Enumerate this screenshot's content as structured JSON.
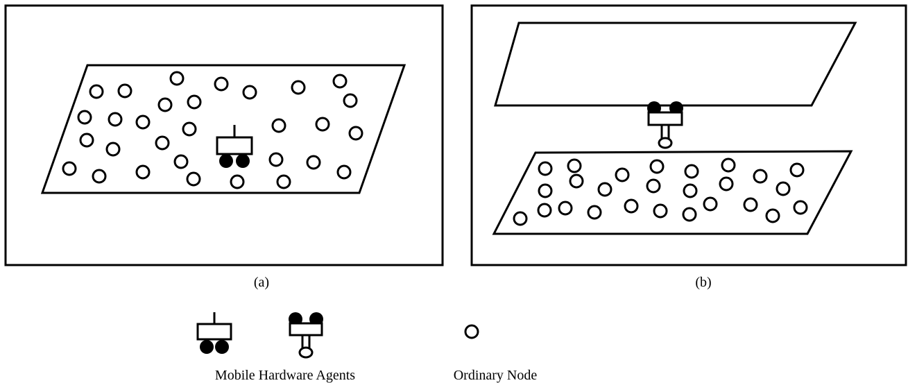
{
  "panels": [
    {
      "caption": "(a)"
    },
    {
      "caption": "(b)"
    }
  ],
  "legend": {
    "mobile_label": "Mobile Hardware Agents",
    "node_label": "Ordinary Node"
  },
  "colors": {
    "stroke": "#000000",
    "background": "#ffffff",
    "wheel_fill": "#000000"
  },
  "icons": [
    "ground-robot-icon",
    "aerial-robot-icon",
    "ordinary-node-icon"
  ]
}
